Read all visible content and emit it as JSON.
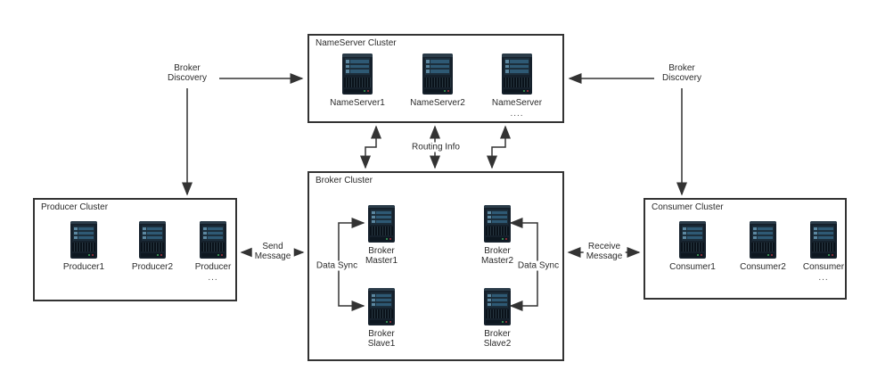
{
  "clusters": {
    "nameserver": {
      "title": "NameServer Cluster",
      "nodes": [
        {
          "label": "NameServer1"
        },
        {
          "label": "NameServer2"
        },
        {
          "label": "NameServer",
          "more": "...."
        }
      ]
    },
    "producer": {
      "title": "Producer Cluster",
      "nodes": [
        {
          "label": "Producer1"
        },
        {
          "label": "Producer2"
        },
        {
          "label": "Producer",
          "more": "..."
        }
      ]
    },
    "broker": {
      "title": "Broker Cluster",
      "nodes": [
        {
          "line1": "Broker",
          "line2": "Master1"
        },
        {
          "line1": "Broker",
          "line2": "Master2"
        },
        {
          "line1": "Broker",
          "line2": "Slave1"
        },
        {
          "line1": "Broker",
          "line2": "Slave2"
        }
      ]
    },
    "consumer": {
      "title": "Consumer Cluster",
      "nodes": [
        {
          "label": "Consumer1"
        },
        {
          "label": "Consumer2"
        },
        {
          "label": "Consumer",
          "more": "..."
        }
      ]
    }
  },
  "edges": {
    "broker_discovery_left": {
      "line1": "Broker",
      "line2": "Discovery"
    },
    "broker_discovery_right": {
      "line1": "Broker",
      "line2": "Discovery"
    },
    "routing_info": {
      "label": "Routing Info"
    },
    "send_message": {
      "line1": "Send",
      "line2": "Message"
    },
    "receive_message": {
      "line1": "Receive",
      "line2": "Message"
    },
    "data_sync_left": {
      "label": "Data Sync"
    },
    "data_sync_right": {
      "label": "Data Sync"
    }
  },
  "colors": {
    "background": "#ffffff",
    "line": "#333333",
    "box_border": "#333333",
    "text": "#2b2b2b",
    "server_body": "#15202b",
    "server_panel": "#1c2e3b",
    "server_stripe": "#2e5974",
    "server_stripe_accent": "#5b87a0",
    "led_green": "#3fae5c",
    "led_red": "#b03440"
  }
}
